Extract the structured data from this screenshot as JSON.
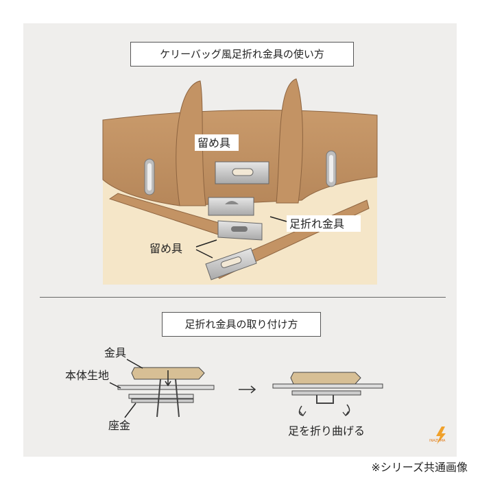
{
  "section1": {
    "title": "ケリーバッグ風足折れ金具の使い方",
    "label_clasp_top": "留め具",
    "label_fold_leg": "足折れ金具",
    "label_clasp_bottom": "留め具"
  },
  "section2": {
    "title": "足折れ金具の取り付け方",
    "label_hardware": "金具",
    "label_body_fabric": "本体生地",
    "label_washer": "座金",
    "label_bend": "足を折り曲げる"
  },
  "brand_mark": "INAZUMA",
  "footer_note": "※シリーズ共通画像",
  "colors": {
    "leather": "#c39364",
    "leather_dark": "#a47549",
    "cream": "#f5e6c8",
    "metal": "#c9c9c9",
    "panel_bg": "#efeeec"
  }
}
